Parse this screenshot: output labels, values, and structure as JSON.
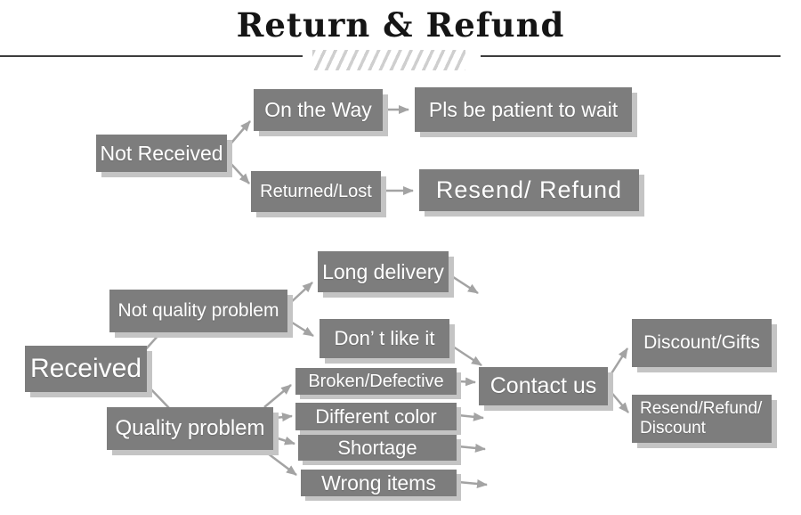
{
  "header": {
    "title": "Return & Refund"
  },
  "colors": {
    "box_fill": "#7d7d7d",
    "box_shadow": "#c4c4c4",
    "arrow": "#a3a3a3",
    "box_text": "#ffffff",
    "title_text": "#151515",
    "divider": "#3d3d3d",
    "hatch": "#cfcfcf"
  },
  "nodes": {
    "not_received": {
      "label": "Not Received"
    },
    "on_the_way": {
      "label": "On the Way"
    },
    "pls_be_patient": {
      "label": "Pls be patient to wait"
    },
    "returned_lost": {
      "label": "Returned/Lost"
    },
    "resend_refund": {
      "label": "Resend/ Refund"
    },
    "received": {
      "label": "Received"
    },
    "not_quality_problem": {
      "label": "Not quality problem"
    },
    "long_delivery": {
      "label": "Long delivery"
    },
    "dont_like_it": {
      "label": "Don’ t like it"
    },
    "quality_problem": {
      "label": "Quality problem"
    },
    "broken_defective": {
      "label": "Broken/Defective"
    },
    "different_color": {
      "label": "Different color"
    },
    "shortage": {
      "label": "Shortage"
    },
    "wrong_items": {
      "label": "Wrong items"
    },
    "contact_us": {
      "label": "Contact us"
    },
    "discount_gifts": {
      "label": "Discount/Gifts"
    },
    "resend_refund_discount": {
      "label": "Resend/Refund/\nDiscount"
    }
  }
}
